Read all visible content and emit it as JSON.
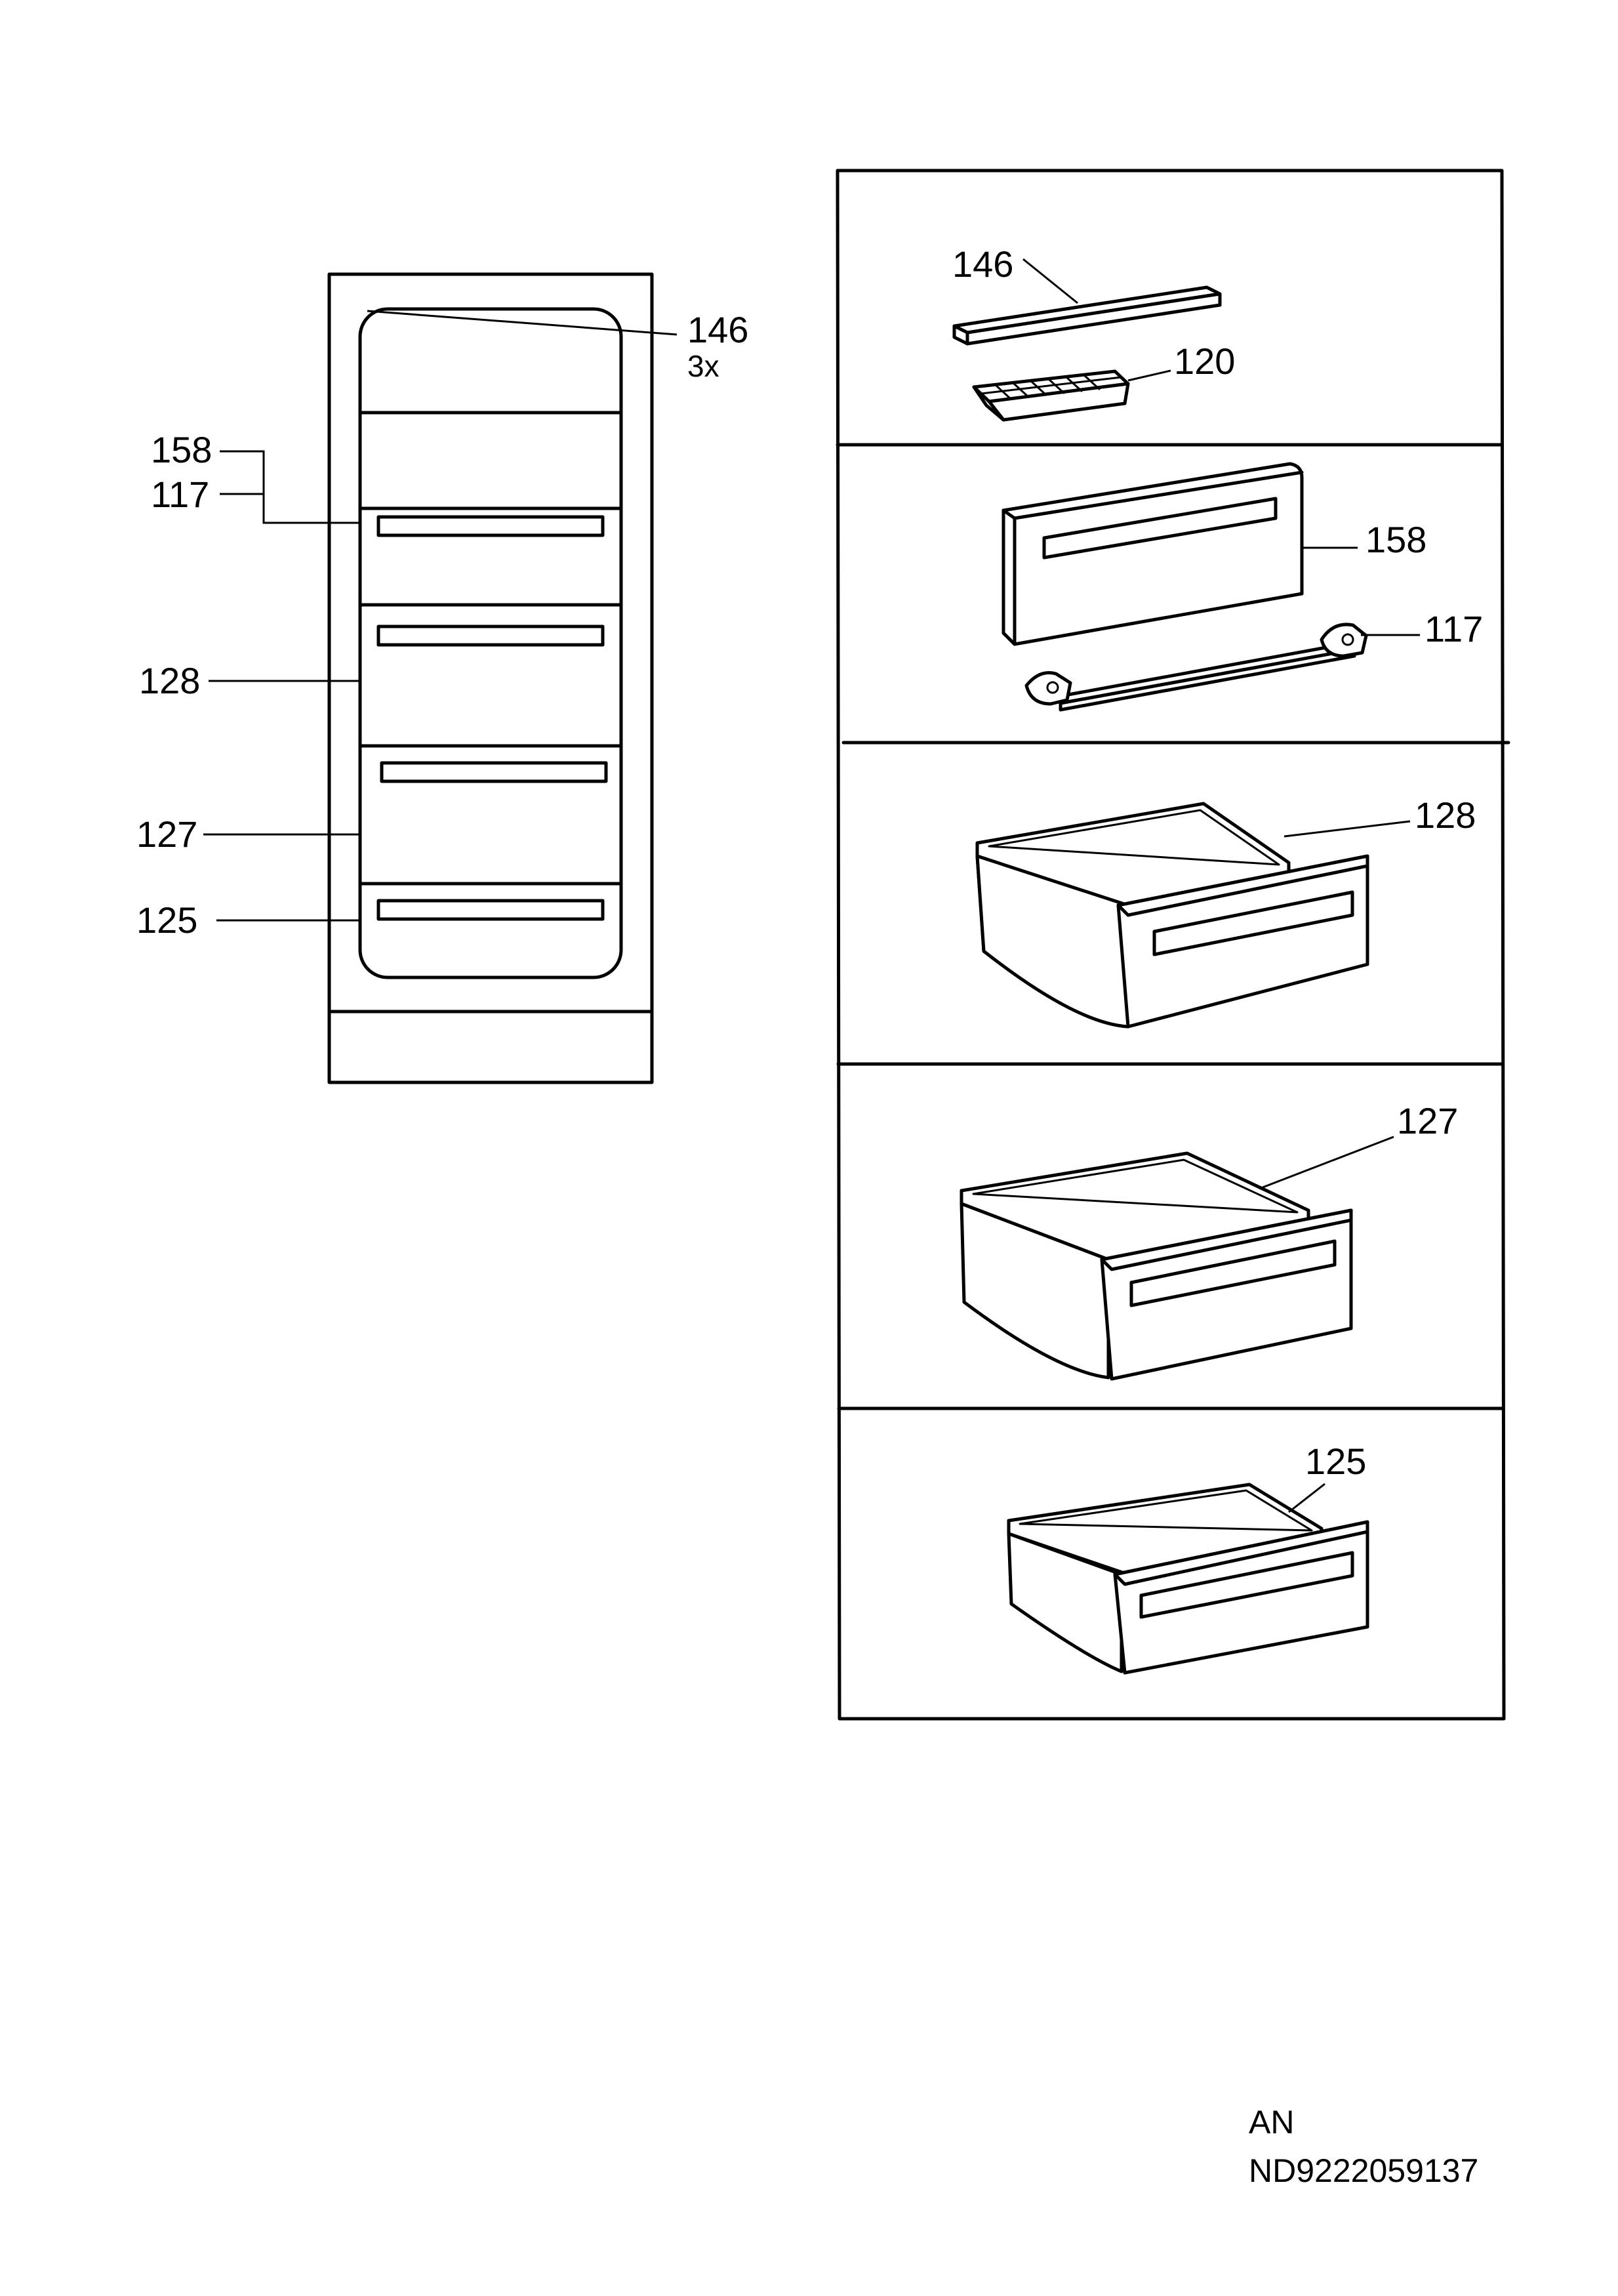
{
  "overview": {
    "callouts": {
      "p146": "146",
      "p146_qty": "3x",
      "p158": "158",
      "p117": "117",
      "p128": "128",
      "p127": "127",
      "p125": "125"
    }
  },
  "detail_panels": {
    "panel1": {
      "label_a": "146",
      "label_b": "120"
    },
    "panel2": {
      "label_a": "158",
      "label_b": "117"
    },
    "panel3": {
      "label": "128"
    },
    "panel4": {
      "label": "127"
    },
    "panel5": {
      "label": "125"
    }
  },
  "footer": {
    "line1": "AN",
    "line2": "ND9222059137"
  }
}
